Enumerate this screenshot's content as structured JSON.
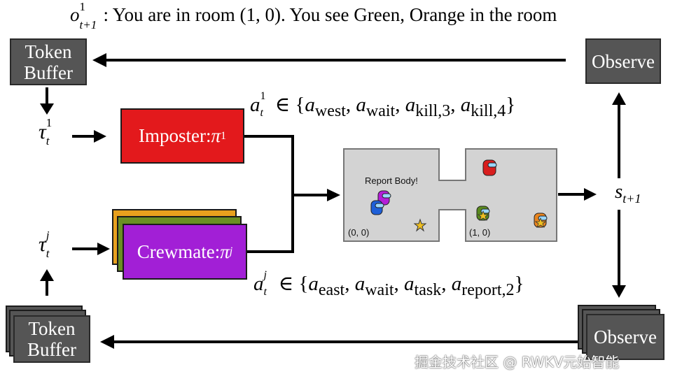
{
  "observation": {
    "text": "You are in room (1, 0). You see Green, Orange in the room",
    "symbol": "o",
    "sup": "1",
    "sub": "t+1"
  },
  "boxes": {
    "token_buffer_top": "Token Buffer",
    "token_buffer_bottom": "Token Buffer",
    "observe_top": "Observe",
    "observe_bottom": "Observe"
  },
  "policies": {
    "imposter": {
      "label": "Imposter: ",
      "pi": "π",
      "sup": "1",
      "color": "#e3191c"
    },
    "crewmate": {
      "label": "Crewmate: ",
      "pi": "π",
      "sup": "j",
      "color": "#a21fd6",
      "stack_colors": [
        "#e8a01e",
        "#6b8e23"
      ]
    }
  },
  "inputs": {
    "tau_top": {
      "symbol": "τ",
      "sup": "1",
      "sub": "t"
    },
    "tau_bottom": {
      "symbol": "τ",
      "sup": "j",
      "sub": "t"
    }
  },
  "actions": {
    "imposter": {
      "symbol": "a",
      "sup": "1",
      "sub": "t",
      "items": [
        {
          "a": "a",
          "sub": "west"
        },
        {
          "a": "a",
          "sub": "wait"
        },
        {
          "a": "a",
          "sub": "kill,3"
        },
        {
          "a": "a",
          "sub": "kill,4"
        }
      ]
    },
    "crewmate": {
      "symbol": "a",
      "sup": "j",
      "sub": "t",
      "items": [
        {
          "a": "a",
          "sub": "east"
        },
        {
          "a": "a",
          "sub": "wait"
        },
        {
          "a": "a",
          "sub": "task"
        },
        {
          "a": "a",
          "sub": "report,2"
        }
      ]
    }
  },
  "map": {
    "report_label": "Report Body!",
    "room_left": "(0, 0)",
    "room_right": "(1, 0)",
    "colors": {
      "background": "#d3d3d3",
      "red": "#d81e1e",
      "blue": "#1e5fd8",
      "purple": "#b41ed8",
      "green": "#5a8a1e",
      "orange": "#e8841e",
      "star": "#f0c020"
    }
  },
  "state": {
    "symbol": "s",
    "sub": "t+1"
  },
  "watermark": "掘金技术社区 @ RWKV元始智能"
}
